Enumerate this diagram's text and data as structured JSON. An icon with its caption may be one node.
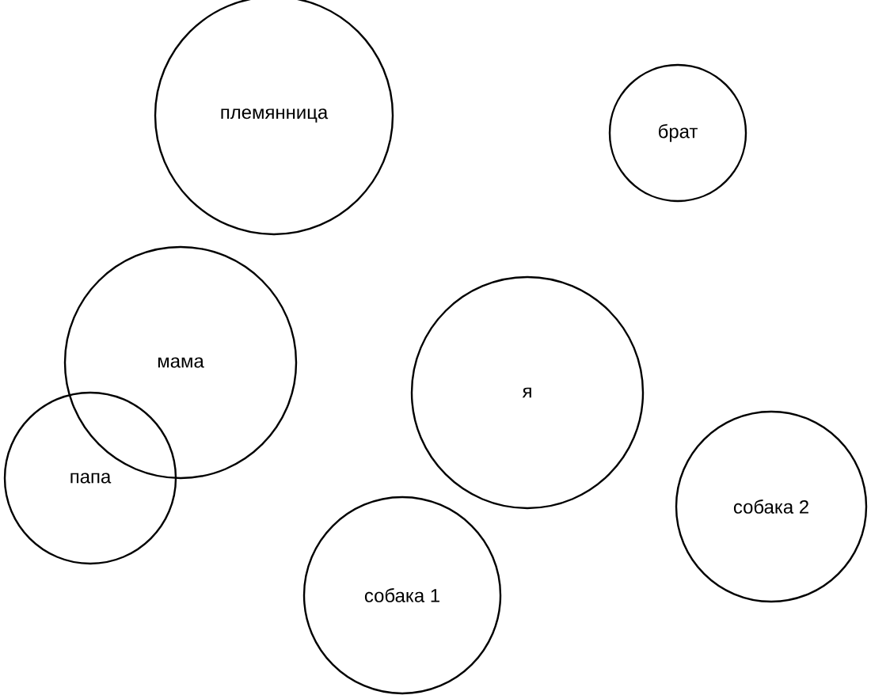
{
  "diagram": {
    "nodes": [
      {
        "text": [
          "племянница"
        ]
      },
      {
        "text": [
          "брат"
        ]
      },
      {
        "text": [
          "мама"
        ]
      },
      {
        "text": [
          "я"
        ]
      },
      {
        "text": [
          "папа"
        ]
      },
      {
        "text": [
          "собака 2"
        ]
      },
      {
        "text": [
          "собака 1"
        ]
      }
    ]
  }
}
